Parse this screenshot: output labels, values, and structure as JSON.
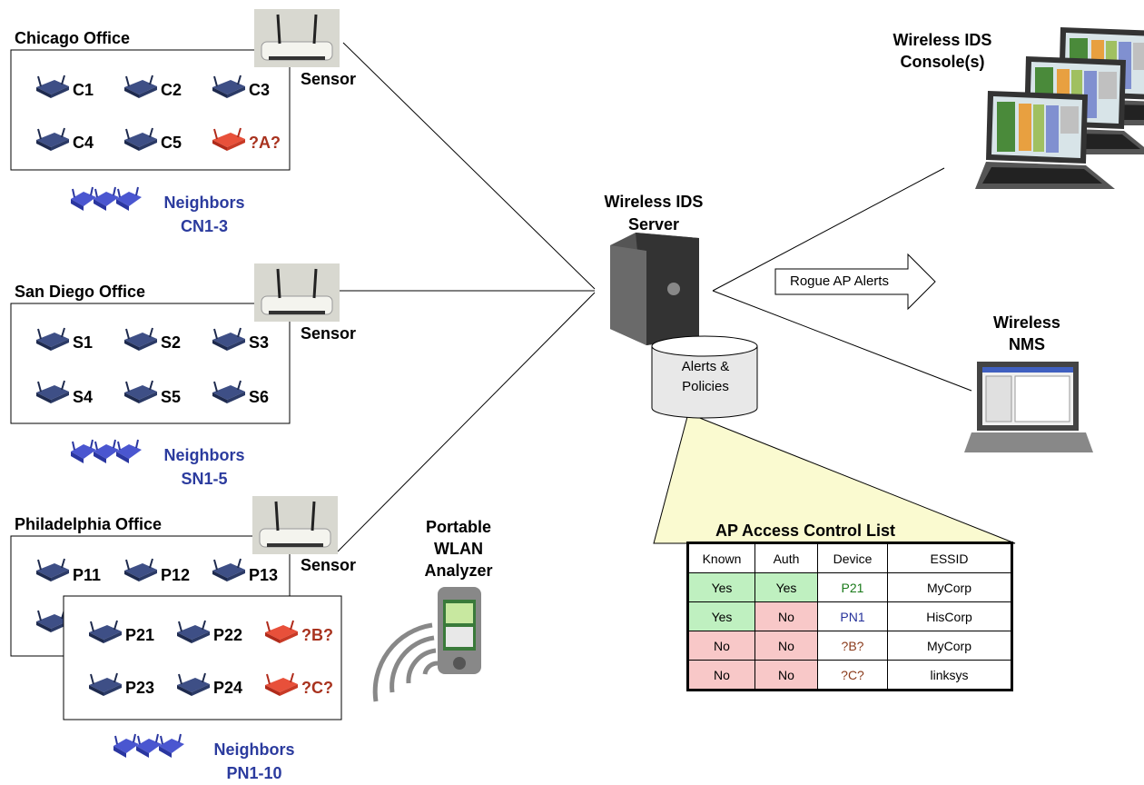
{
  "offices": {
    "chicago": {
      "title": "Chicago Office",
      "aps": [
        "C1",
        "C2",
        "C3",
        "C4",
        "C5",
        "?A?"
      ],
      "sensor": "Sensor",
      "neighbors": [
        "Neighbors",
        "CN1-3"
      ]
    },
    "sandiego": {
      "title": "San Diego Office",
      "aps": [
        "S1",
        "S2",
        "S3",
        "S4",
        "S5",
        "S6"
      ],
      "sensor": "Sensor",
      "neighbors": [
        "Neighbors",
        "SN1-5"
      ]
    },
    "philadelphia": {
      "title": "Philadelphia Office",
      "aps_outer": [
        "P11",
        "P12",
        "P13"
      ],
      "aps_inner": [
        "P21",
        "P22",
        "?B?",
        "P23",
        "P24",
        "?C?"
      ],
      "sensor": "Sensor",
      "neighbors": [
        "Neighbors",
        "PN1-10"
      ]
    }
  },
  "analyzer": [
    "Portable",
    "WLAN",
    "Analyzer"
  ],
  "server": [
    "Wireless IDS",
    "Server"
  ],
  "database": [
    "Alerts &",
    "Policies"
  ],
  "alert_arrow": "Rogue AP Alerts",
  "consoles": [
    "Wireless IDS",
    "Console(s)"
  ],
  "nms": [
    "Wireless",
    "NMS"
  ],
  "acl": {
    "title": "AP Access Control List",
    "headers": [
      "Known",
      "Auth",
      "Device",
      "ESSID"
    ],
    "rows": [
      [
        "Yes",
        "Yes",
        "P21",
        "MyCorp"
      ],
      [
        "Yes",
        "No",
        "PN1",
        "HisCorp"
      ],
      [
        "No",
        "No",
        "?B?",
        "MyCorp"
      ],
      [
        "No",
        "No",
        "?C?",
        "linksys"
      ]
    ]
  },
  "colors": {
    "ap_icon": "#2c3e6e",
    "rogue_ap": "#d8382a",
    "neighbor": "#2b3b9e",
    "known_cell": "#bff0c0",
    "unknown_cell": "#f8c8c8",
    "callout": "#fafad0"
  }
}
